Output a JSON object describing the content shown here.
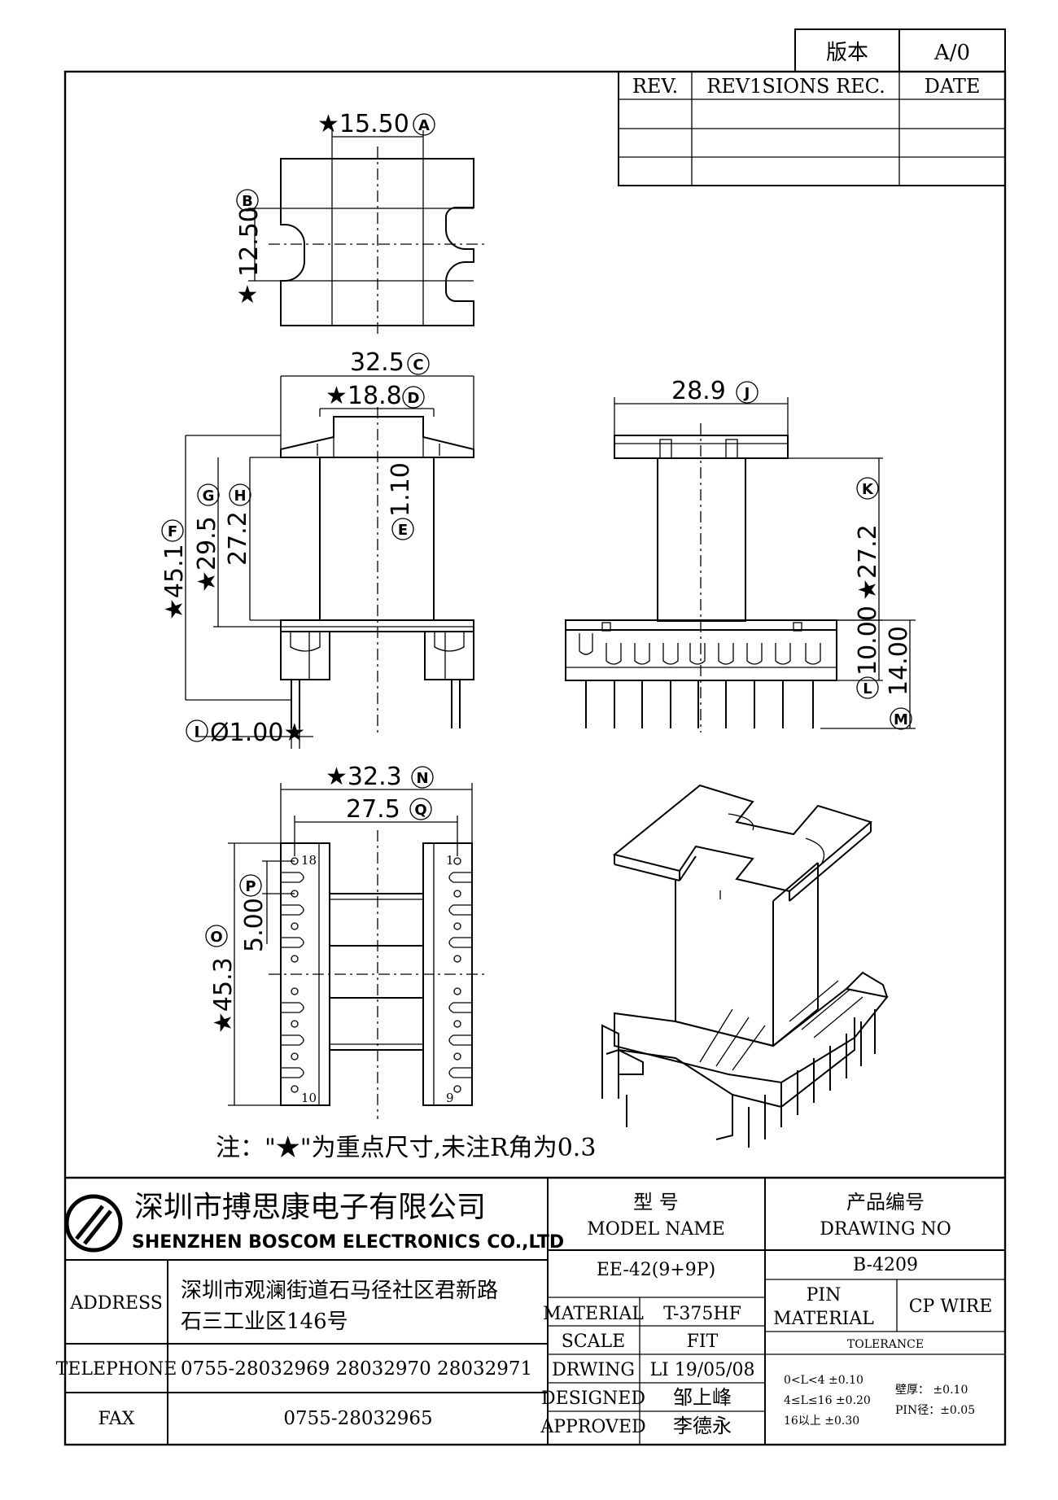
{
  "revision": {
    "version_label": "版本",
    "version_value": "A/0",
    "col_rev": "REV.",
    "col_revisions": "REV1SIONS REC.",
    "col_date": "DATE"
  },
  "dimensions": {
    "a": "★15.50",
    "a_tag": "A",
    "b": "12.50",
    "b_tag": "B",
    "b_star": "★",
    "c": "32.5",
    "c_tag": "C",
    "d": "★18.8",
    "d_tag": "D",
    "e": "1.10",
    "e_tag": "E",
    "f": "★45.1",
    "f_tag": "F",
    "g": "★29.5",
    "g_tag": "G",
    "h": "27.2",
    "h_tag": "H",
    "i": "Ø1.00★",
    "i_tag": "I",
    "j": "28.9",
    "j_tag": "J",
    "k": "★27.2",
    "k_tag": "K",
    "l": "10.00",
    "l_tag": "L",
    "m": "14.00",
    "m_tag": "M",
    "n": "★32.3",
    "n_tag": "N",
    "o": "★45.3",
    "o_tag": "O",
    "p": "5.00",
    "p_tag": "P",
    "q": "27.5",
    "q_tag": "Q"
  },
  "pin_numbers": {
    "top_left": "18",
    "top_right": "1",
    "bottom_left": "10",
    "bottom_right": "9"
  },
  "note": "注：\"★\"为重点尺寸,未注R角为0.3",
  "company": {
    "name_cn": "深圳市搏思康电子有限公司",
    "name_en": "SHENZHEN BOSCOM ELECTRONICS CO.,LTD",
    "address_label": "ADDRESS",
    "address_line1": "深圳市观澜街道石马径社区君新路",
    "address_line2": "石三工业区146号",
    "telephone_label": "TELEPHONE",
    "telephone": "0755-28032969 28032970 28032971",
    "fax_label": "FAX",
    "fax": "0755-28032965"
  },
  "title_block": {
    "model_cn": "型      号",
    "model_en": "MODEL NAME",
    "model_value": "EE-42(9+9P)",
    "drawing_cn": "产品编号",
    "drawing_en": "DRAWING NO",
    "drawing_value": "B-4209",
    "material_label": "MATERIAL",
    "material_value": "T-375HF",
    "pin_material_label_1": "PIN",
    "pin_material_label_2": "MATERIAL",
    "pin_material_value": "CP WIRE",
    "scale_label": "SCALE",
    "scale_value": "FIT",
    "drawing_label": "DRWING",
    "drawing_by": "LI 19/05/08",
    "designed_label": "DESIGNED",
    "designed_by": "邹上峰",
    "approved_label": "APPROVED",
    "approved_by": "李德永",
    "tolerance_label": "TOLERANCE",
    "tol_1": "0<L<4     ±0.10",
    "tol_2": "4≤L≤16  ±0.20",
    "tol_3": "16以上     ±0.30",
    "tol_wall": "壁厚：  ±0.10",
    "tol_pin": "PIN径：±0.05"
  }
}
